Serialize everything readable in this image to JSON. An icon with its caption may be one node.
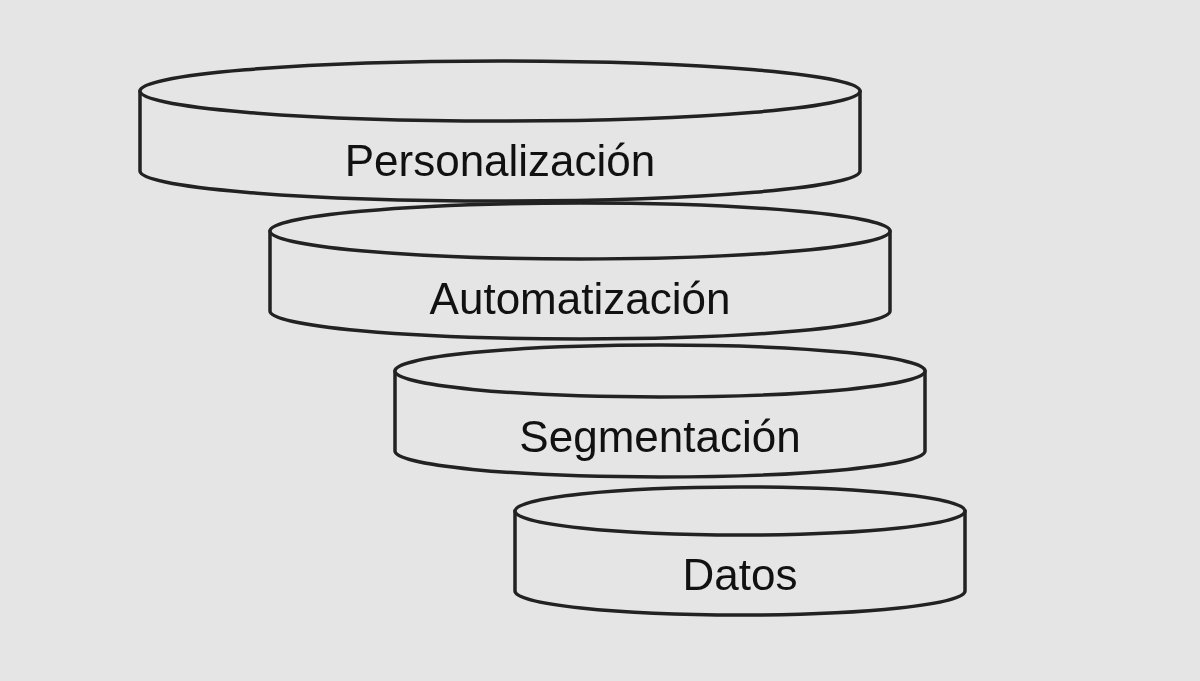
{
  "diagram": {
    "nodes": [
      {
        "text": [
          "Personalización"
        ]
      },
      {
        "text": [
          "Automatización"
        ]
      },
      {
        "text": [
          "Segmentación"
        ]
      },
      {
        "text": [
          "Datos"
        ]
      }
    ]
  }
}
